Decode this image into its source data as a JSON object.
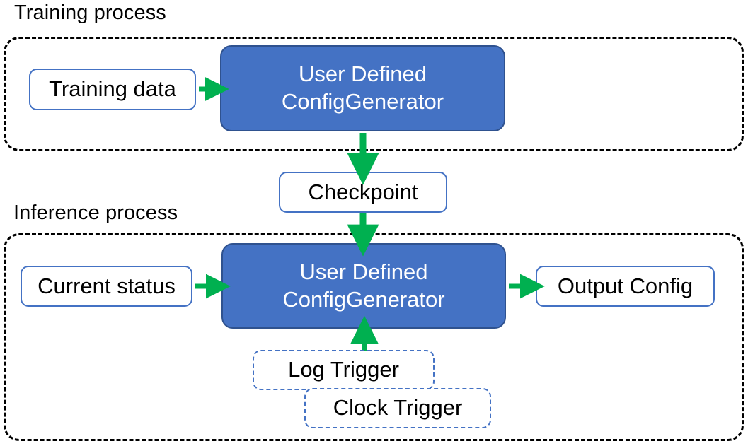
{
  "diagram": {
    "title_training": "Training process",
    "title_inference": "Inference process",
    "colors": {
      "process_fill": "#4472C4",
      "process_stroke": "#2F528F",
      "node_stroke": "#4472C4",
      "arrow": "#00B050",
      "container_stroke": "#000000",
      "text_dark": "#000000",
      "text_light": "#FFFFFF"
    },
    "training": {
      "input_label": "Training data",
      "generator_line1": "User Defined",
      "generator_line2": "ConfigGenerator"
    },
    "checkpoint": {
      "label": "Checkpoint"
    },
    "inference": {
      "input_label": "Current status",
      "generator_line1": "User Defined",
      "generator_line2": "ConfigGenerator",
      "output_label": "Output Config",
      "trigger_log": "Log Trigger",
      "trigger_clock": "Clock Trigger"
    },
    "arrows": [
      {
        "name": "training-data-to-generator",
        "direction": "right"
      },
      {
        "name": "training-generator-to-checkpoint",
        "direction": "down"
      },
      {
        "name": "checkpoint-to-inference-generator",
        "direction": "down"
      },
      {
        "name": "current-status-to-generator",
        "direction": "right"
      },
      {
        "name": "generator-to-output-config",
        "direction": "right"
      },
      {
        "name": "triggers-to-generator",
        "direction": "up"
      }
    ]
  }
}
